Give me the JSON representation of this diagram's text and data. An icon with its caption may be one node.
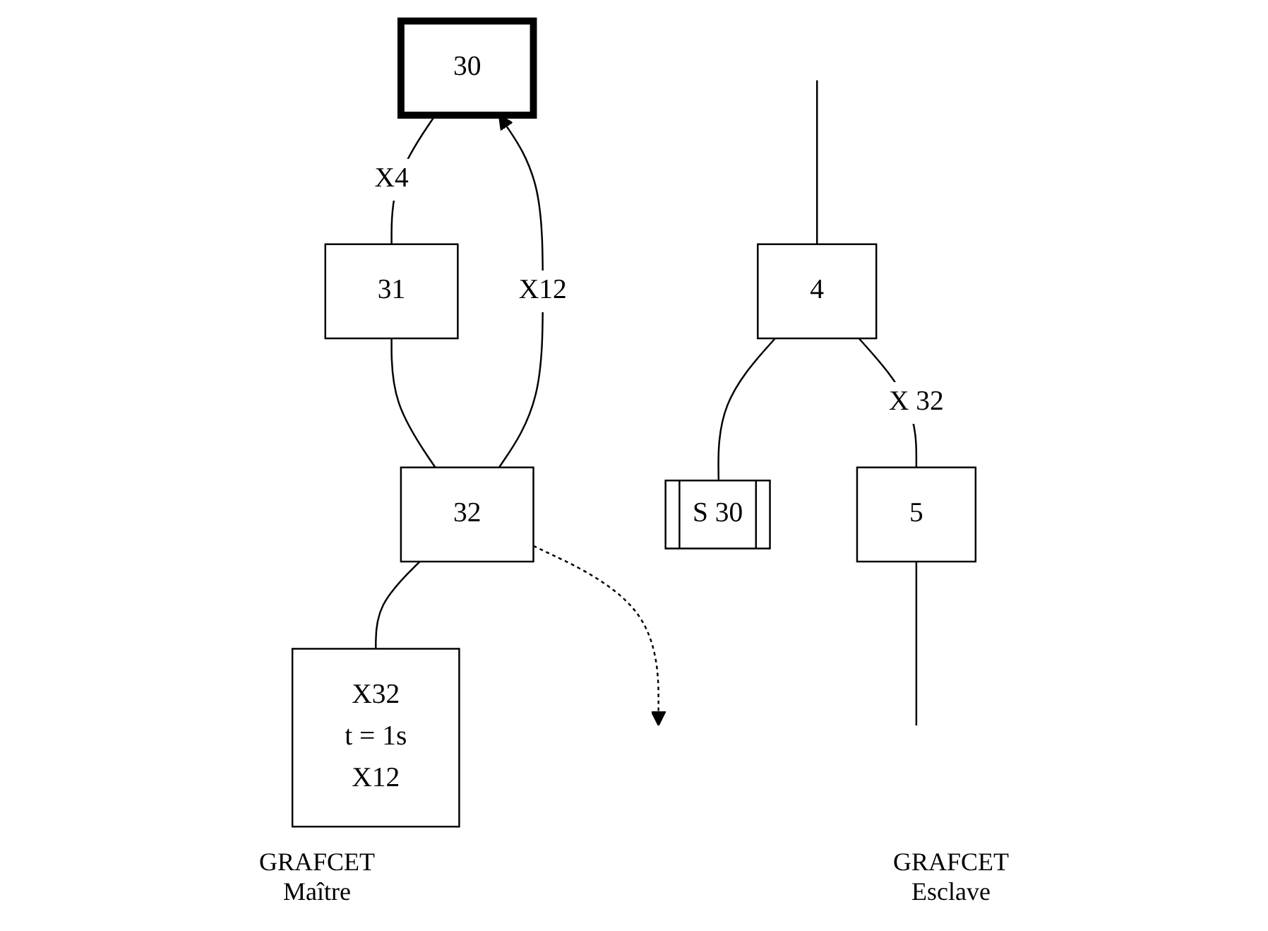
{
  "diagram": {
    "nodes": [
      {
        "text": [
          "4"
        ]
      },
      {
        "text": [
          "S 30"
        ]
      },
      {
        "text": [
          "5"
        ]
      },
      {
        "text": [
          "30"
        ]
      },
      {
        "text": [
          "31"
        ]
      },
      {
        "text": [
          "32"
        ]
      },
      {
        "text": [
          "X32",
          "t = 1s",
          "X12"
        ]
      }
    ],
    "edges": [
      {
        "from": null,
        "to": 0,
        "arrow": "none"
      },
      {
        "from": 0,
        "to": 1,
        "arrow": "none"
      },
      {
        "from": 0,
        "to": 2,
        "arrow": "none",
        "label": "X 32"
      },
      {
        "from": 2,
        "to": null,
        "arrow": "none"
      },
      {
        "from": 3,
        "to": 4,
        "arrow": "none",
        "label": "X4"
      },
      {
        "from": 4,
        "to": 5,
        "arrow": "none"
      },
      {
        "from": 5,
        "to": 3,
        "arrow": "to",
        "label": "X12"
      },
      {
        "from": 5,
        "to": 6,
        "arrow": "none"
      },
      {
        "from": 5,
        "to": null,
        "arrow": "to",
        "style": "dashed"
      }
    ],
    "labels": [
      "GRAFCET Maître",
      "GRAFCET Esclave"
    ]
  }
}
